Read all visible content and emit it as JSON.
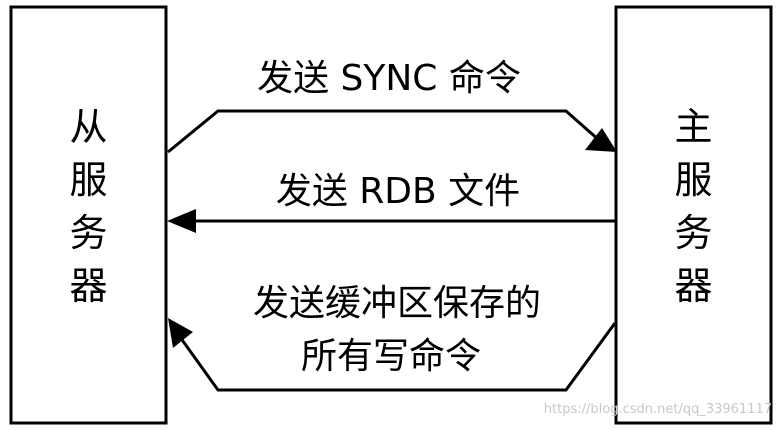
{
  "slave_server": {
    "label_chars": [
      "从",
      "服",
      "务",
      "器"
    ]
  },
  "master_server": {
    "label_chars": [
      "主",
      "服",
      "务",
      "器"
    ]
  },
  "messages": {
    "sync": "发送 SYNC 命令",
    "rdb": "发送 RDB 文件",
    "buffer_line1": "发送缓冲区保存的",
    "buffer_line2": "所有写命令"
  },
  "watermark": "https://blog.csdn.net/qq_33961117"
}
